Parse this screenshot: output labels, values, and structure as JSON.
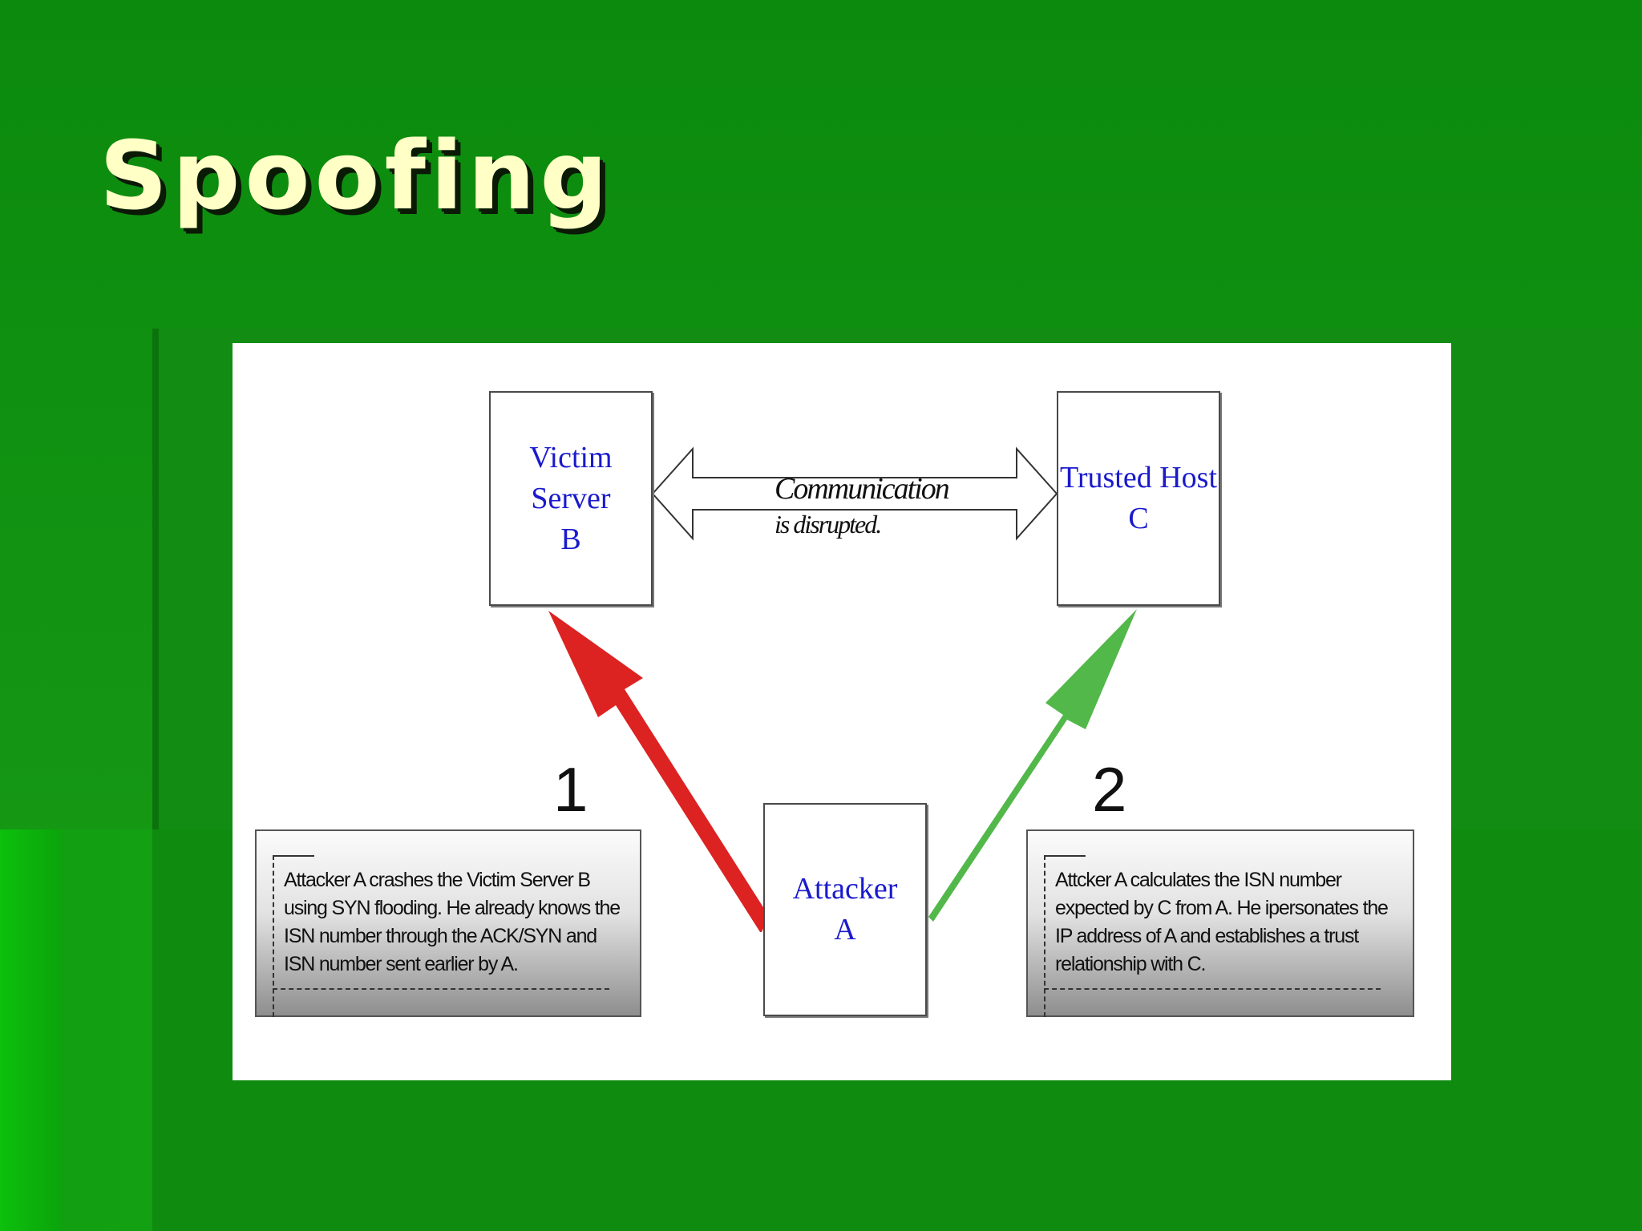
{
  "slide": {
    "title": "Spoofing",
    "colors": {
      "background": "#0e8a10",
      "title": "#ffffc6",
      "node_text": "#1a1acc"
    }
  },
  "diagram": {
    "victim": {
      "label": "Victim\nServer\nB"
    },
    "trusted": {
      "label": "Trusted Host\nC"
    },
    "attacker": {
      "label": "Attacker\nA"
    },
    "link_label": {
      "line1": "Communication",
      "line2": "is disrupted."
    },
    "steps": [
      {
        "number": "1",
        "color": "#dd2222",
        "text": "Attacker A crashes the Victim Server B using SYN flooding. He already knows the ISN number through the ACK/SYN and ISN number sent earlier by A."
      },
      {
        "number": "2",
        "color": "#52b84a",
        "text": "Attcker A calculates the ISN number expected by C from A. He ipersonates the IP address of A and establishes a trust relationship with C."
      }
    ]
  }
}
